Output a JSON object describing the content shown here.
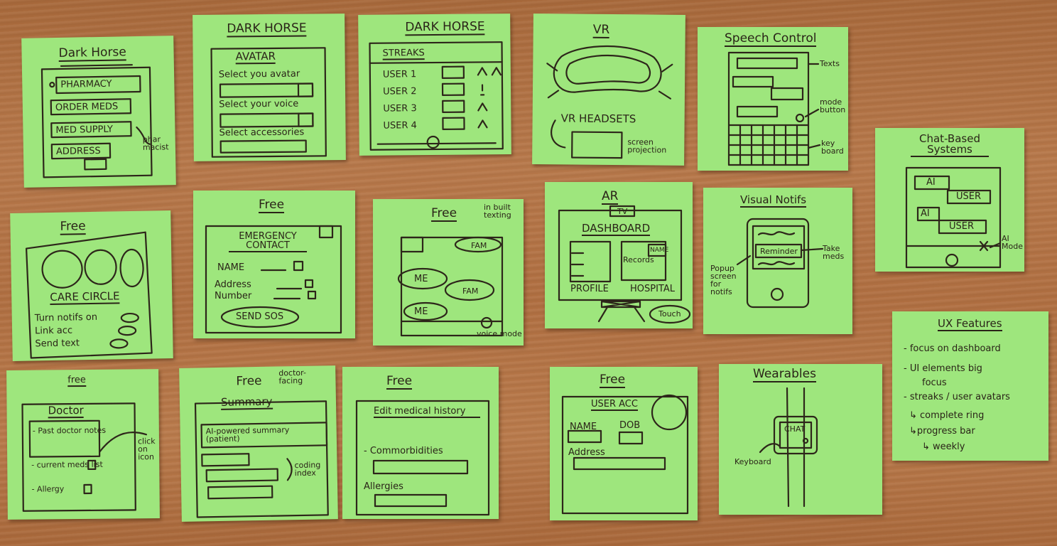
{
  "notes": {
    "n1": {
      "title": "Dark Horse",
      "items": [
        "PHARMACY",
        "ORDER MEDS",
        "MED SUPPLY",
        "ADDRESS"
      ],
      "side": "phar macist"
    },
    "n2": {
      "title": "DARK HORSE",
      "heading": "AVATAR",
      "lines": [
        "Select you avatar",
        "Select your voice",
        "Select accessories"
      ]
    },
    "n3": {
      "title": "DARK HORSE",
      "heading": "STREAKS",
      "users": [
        "USER 1",
        "USER 2",
        "USER 3",
        "USER 4"
      ]
    },
    "n4": {
      "title": "VR",
      "label": "VR HEADSETS",
      "side": "screen projection"
    },
    "n5": {
      "title": "Speech Control",
      "side1": "Texts",
      "side2": "mode button",
      "side3": "key board"
    },
    "n6": {
      "title": "Chat-Based Systems",
      "b1": "AI",
      "b2": "USER",
      "b3": "AI",
      "b4": "USER",
      "side": "AI Mode"
    },
    "n7": {
      "title": "Free",
      "heading": "CARE CIRCLE",
      "items": [
        "Turn notifs on",
        "Link acc",
        "Send text"
      ]
    },
    "n8": {
      "title": "Free",
      "heading": "EMERGENCY CONTACT",
      "fields": [
        "NAME",
        "Address",
        "Number"
      ],
      "button": "SEND SOS"
    },
    "n9": {
      "title": "Free",
      "note": "in built texting",
      "b1": "FAM",
      "b2": "ME",
      "b3": "FAM",
      "b4": "ME",
      "side": "voice mode"
    },
    "n10": {
      "title": "AR",
      "tv": "TV",
      "heading": "DASHBOARD",
      "records": "Records",
      "name": "NAME",
      "profile": "PROFILE",
      "hospital": "HOSPITAL",
      "touch": "Touch"
    },
    "n11": {
      "title": "Visual Notifs",
      "reminder": "Reminder",
      "side1": "Popup screen for notifs",
      "side2": "Take meds"
    },
    "n12": {
      "title": "free",
      "heading": "Doctor",
      "items": [
        "- Past doctor notes",
        "- current meds list",
        "- Allergy"
      ],
      "side": "click on icon"
    },
    "n13": {
      "title": "Free",
      "note": "doctor-facing",
      "heading": "Summary",
      "text": "AI-powered summary (patient)",
      "side": "coding index"
    },
    "n14": {
      "title": "Free",
      "heading": "Edit medical history",
      "l1": "- Commorbidities",
      "l2": "Allergies"
    },
    "n15": {
      "title": "Free",
      "heading": "USER ACC",
      "f1": "NAME",
      "f2": "DOB",
      "f3": "Address"
    },
    "n16": {
      "title": "Wearables",
      "chat": "CHAT",
      "side": "Keyboard"
    },
    "n17": {
      "title": "UX Features",
      "lines": [
        "- focus on dashboard",
        "- UI elements big",
        "focus",
        "- streaks / user avatars",
        "↳ complete ring",
        "↳progress bar",
        "↳ weekly"
      ]
    }
  }
}
